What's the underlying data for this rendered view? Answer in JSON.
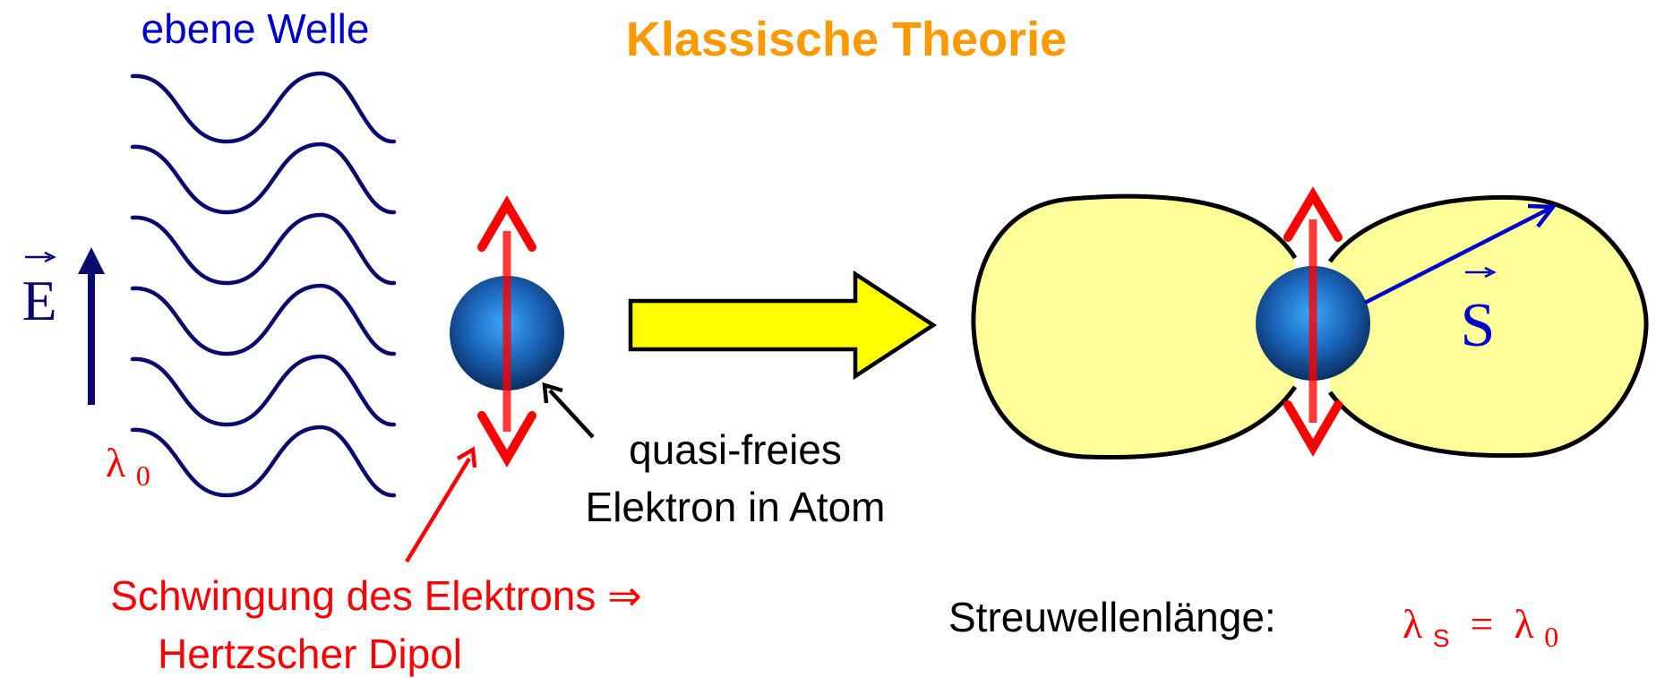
{
  "title": "Klassische Theorie",
  "wave_label": "ebene Welle",
  "field_symbol": "E",
  "lambda0_label": {
    "base": "λ",
    "sub": "0"
  },
  "electron_label": {
    "line1": "quasi-freies",
    "line2": "Elektron in Atom"
  },
  "oscillation_label": {
    "line1": "Schwingung des Elektrons ⇒",
    "line2": "Hertzscher Dipol"
  },
  "poynting_symbol": "S",
  "scatter_label": "Streuwellenlänge:",
  "scatter_eq": {
    "lhs": "λ",
    "lhs_sub": "S",
    "op": " = ",
    "rhs": "λ",
    "rhs_sub": "0"
  },
  "colors": {
    "title": "#FF9900",
    "wave": "#0A0A6E",
    "blue_text": "#0000CC",
    "red": "#FF0000",
    "lobe_fill": "#FFFF99",
    "arrow_fill": "#FFFF00"
  }
}
